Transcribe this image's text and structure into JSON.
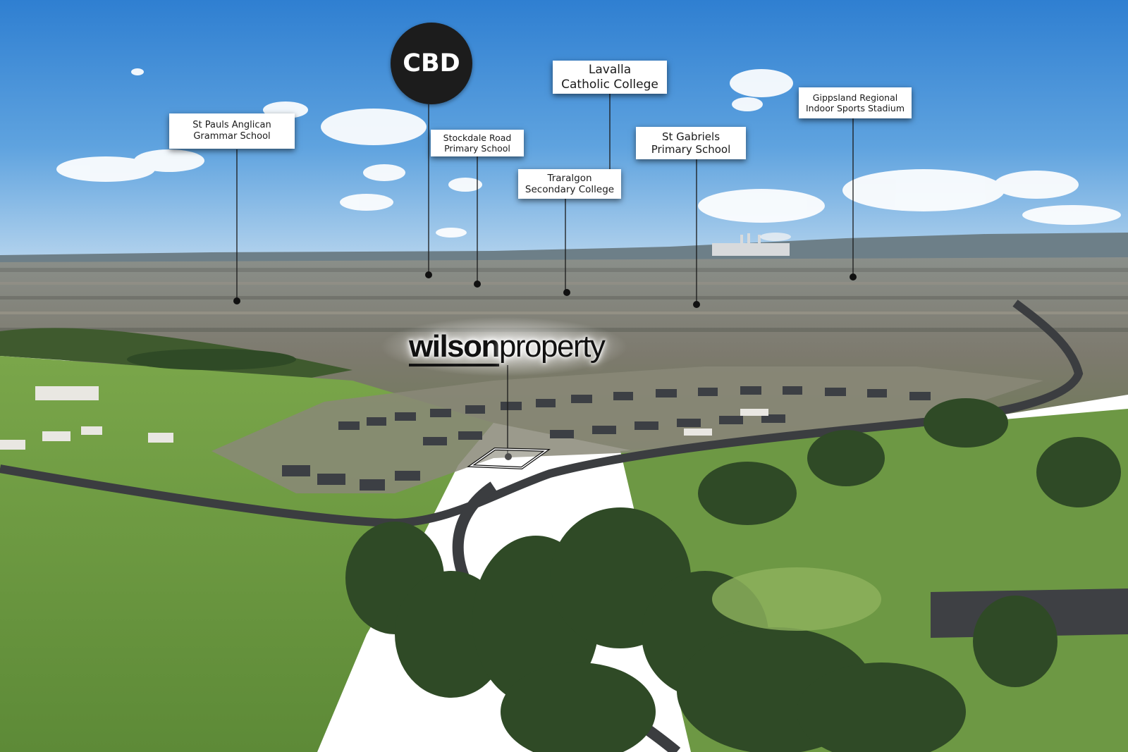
{
  "brand": {
    "name_bold": "wilson",
    "name_regular": "property"
  },
  "cbd_marker": {
    "text": "CBD"
  },
  "landmarks": {
    "st_pauls": {
      "line1": "St Pauls Anglican",
      "line2": "Grammar School"
    },
    "stockdale": {
      "line1": "Stockdale Road",
      "line2": "Primary School"
    },
    "traralgon": {
      "line1": "Traralgon",
      "line2": "Secondary College"
    },
    "lavalla": {
      "line1": "Lavalla",
      "line2": "Catholic College"
    },
    "st_gabriels": {
      "line1": "St Gabriels",
      "line2": "Primary School"
    },
    "gippsland": {
      "line1": "Gippsland Regional",
      "line2": "Indoor Sports Stadium"
    }
  },
  "colors": {
    "sky": "#4b93d9",
    "label_bg": "#ffffff",
    "marker": "#1c1c1c",
    "grass": "#6f9a45"
  }
}
